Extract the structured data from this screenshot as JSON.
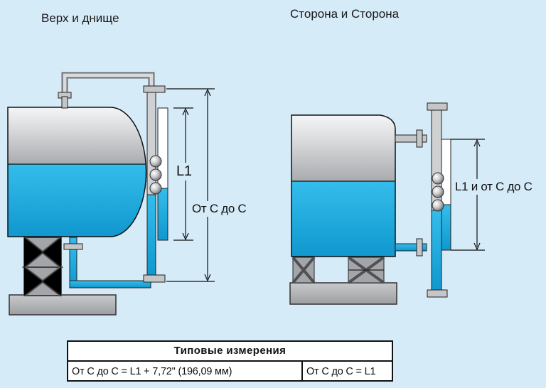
{
  "titles": {
    "left": "Верх и днище",
    "right": "Сторона и Сторона"
  },
  "labels": {
    "l1": "L1",
    "center_to_center": "От С до С",
    "l1_and_center_to_center": "L1 и от С до С"
  },
  "measurements": {
    "title": "Типовые измерения",
    "formula_top_bottom": "От С до С = L1 + 7,72\" (196,09 мм)",
    "formula_side_side": "От С до С = L1"
  },
  "colors": {
    "background": "#d6ebf8",
    "liquid": "#1ba6dc",
    "tank_gray": "#c9cacc",
    "steel": "#8d9094"
  }
}
